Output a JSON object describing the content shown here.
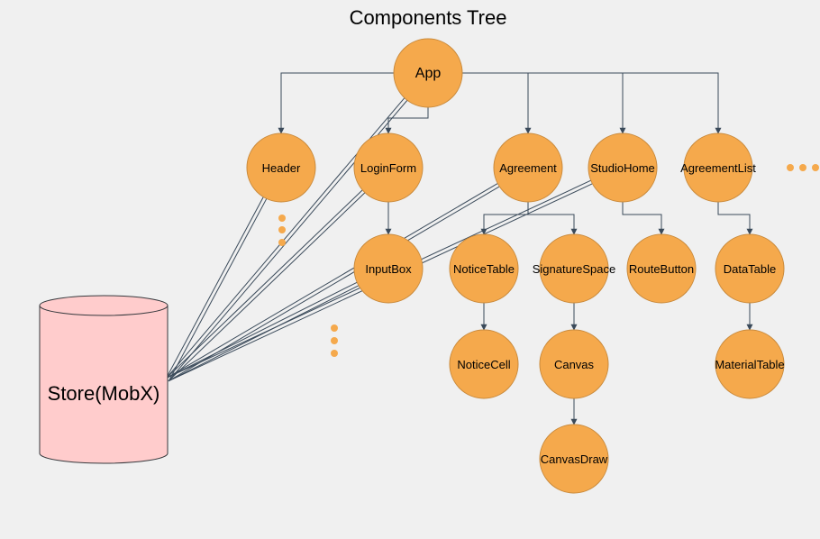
{
  "title": "Components Tree",
  "store": {
    "label": "Store(MobX)",
    "fill": "#ffcccc",
    "stroke": "#36393d"
  },
  "node_style": {
    "fill": "#f5a94c",
    "stroke": "#c98a3c"
  },
  "edge_color": "#3a4a5a",
  "nodes": [
    {
      "id": "app",
      "label": "App"
    },
    {
      "id": "header",
      "label": "Header"
    },
    {
      "id": "loginform",
      "label": "LoginForm"
    },
    {
      "id": "agreement",
      "label": "Agreement"
    },
    {
      "id": "studiohome",
      "label": "StudioHome"
    },
    {
      "id": "agreementlist",
      "label": "AgreementList"
    },
    {
      "id": "inputbox",
      "label": "InputBox"
    },
    {
      "id": "noticetable",
      "label": "NoticeTable"
    },
    {
      "id": "signaturespace",
      "label": "SignatureSpace"
    },
    {
      "id": "routebutton",
      "label": "RouteButton"
    },
    {
      "id": "datatable",
      "label": "DataTable"
    },
    {
      "id": "noticecell",
      "label": "NoticeCell"
    },
    {
      "id": "canvas",
      "label": "Canvas"
    },
    {
      "id": "materialtable",
      "label": "MaterialTable"
    },
    {
      "id": "canvasdraw",
      "label": "CanvasDraw"
    }
  ],
  "edges": [
    {
      "from": "app",
      "to": "header"
    },
    {
      "from": "app",
      "to": "loginform"
    },
    {
      "from": "app",
      "to": "agreement"
    },
    {
      "from": "app",
      "to": "studiohome"
    },
    {
      "from": "app",
      "to": "agreementlist"
    },
    {
      "from": "loginform",
      "to": "inputbox"
    },
    {
      "from": "agreement",
      "to": "noticetable"
    },
    {
      "from": "agreement",
      "to": "signaturespace"
    },
    {
      "from": "studiohome",
      "to": "routebutton"
    },
    {
      "from": "agreementlist",
      "to": "datatable"
    },
    {
      "from": "noticetable",
      "to": "noticecell"
    },
    {
      "from": "signaturespace",
      "to": "canvas"
    },
    {
      "from": "datatable",
      "to": "materialtable"
    },
    {
      "from": "canvas",
      "to": "canvasdraw"
    }
  ],
  "store_links": [
    "app",
    "header",
    "loginform",
    "inputbox",
    "agreement",
    "studiohome"
  ],
  "ellipsis_color": "#f5a94c"
}
